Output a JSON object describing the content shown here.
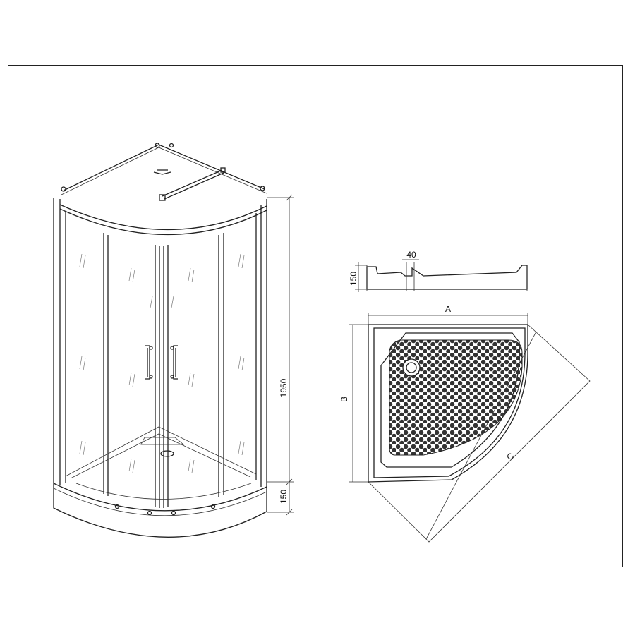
{
  "drawing": {
    "dims": {
      "cabin_height": "1950",
      "tray_height_left": "150",
      "tray_height_profile": "150",
      "drain_offset": "40",
      "label_a": "A",
      "label_b": "B",
      "label_c": "C"
    }
  }
}
